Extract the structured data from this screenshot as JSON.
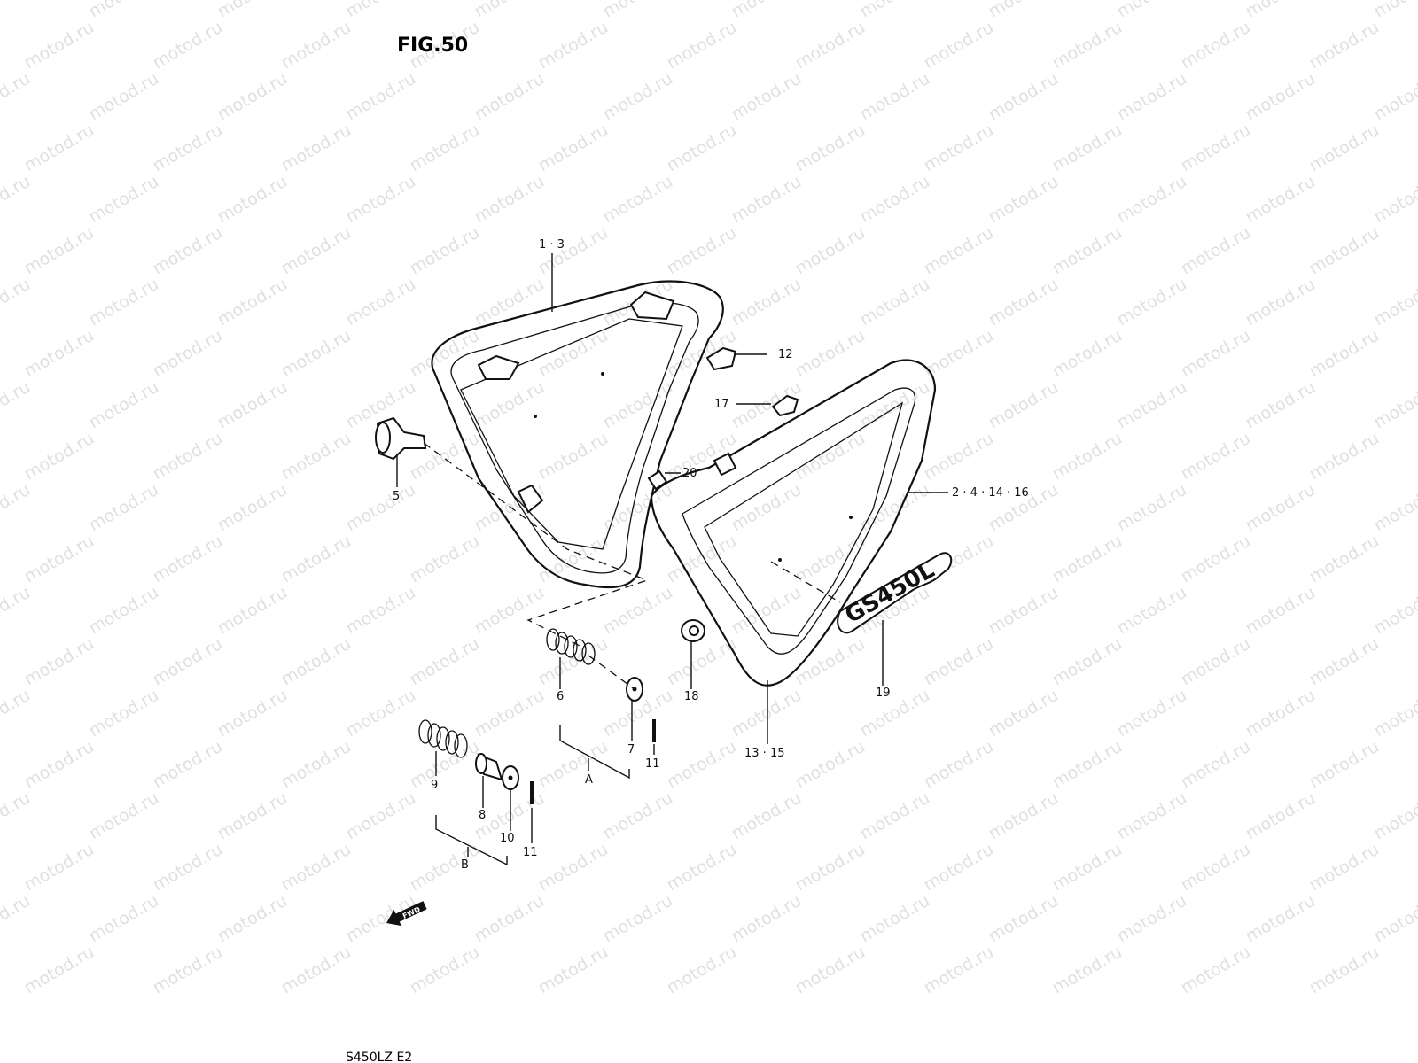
{
  "figure": {
    "title": "FIG.50",
    "footer": "S450LZ  E2",
    "watermark": "motod.ru"
  },
  "callouts": [
    {
      "id": "c1",
      "text": "1 · 3"
    },
    {
      "id": "c2",
      "text": "12"
    },
    {
      "id": "c3",
      "text": "17"
    },
    {
      "id": "c4",
      "text": "20"
    },
    {
      "id": "c5",
      "text": "2 · 4 · 14 · 16"
    },
    {
      "id": "c6",
      "text": "5"
    },
    {
      "id": "c7",
      "text": "6"
    },
    {
      "id": "c8",
      "text": "7"
    },
    {
      "id": "c9",
      "text": "11"
    },
    {
      "id": "c10",
      "text": "18"
    },
    {
      "id": "c11",
      "text": "19"
    },
    {
      "id": "c12",
      "text": "13 · 15"
    },
    {
      "id": "c13",
      "text": "A"
    },
    {
      "id": "c14",
      "text": "9"
    },
    {
      "id": "c15",
      "text": "8"
    },
    {
      "id": "c16",
      "text": "10"
    },
    {
      "id": "c17",
      "text": "11"
    },
    {
      "id": "c18",
      "text": "B"
    }
  ],
  "direction_indicator": {
    "text": "FWD",
    "icon": "forward-arrow-icon"
  },
  "emblem": {
    "text": "GS450L"
  }
}
